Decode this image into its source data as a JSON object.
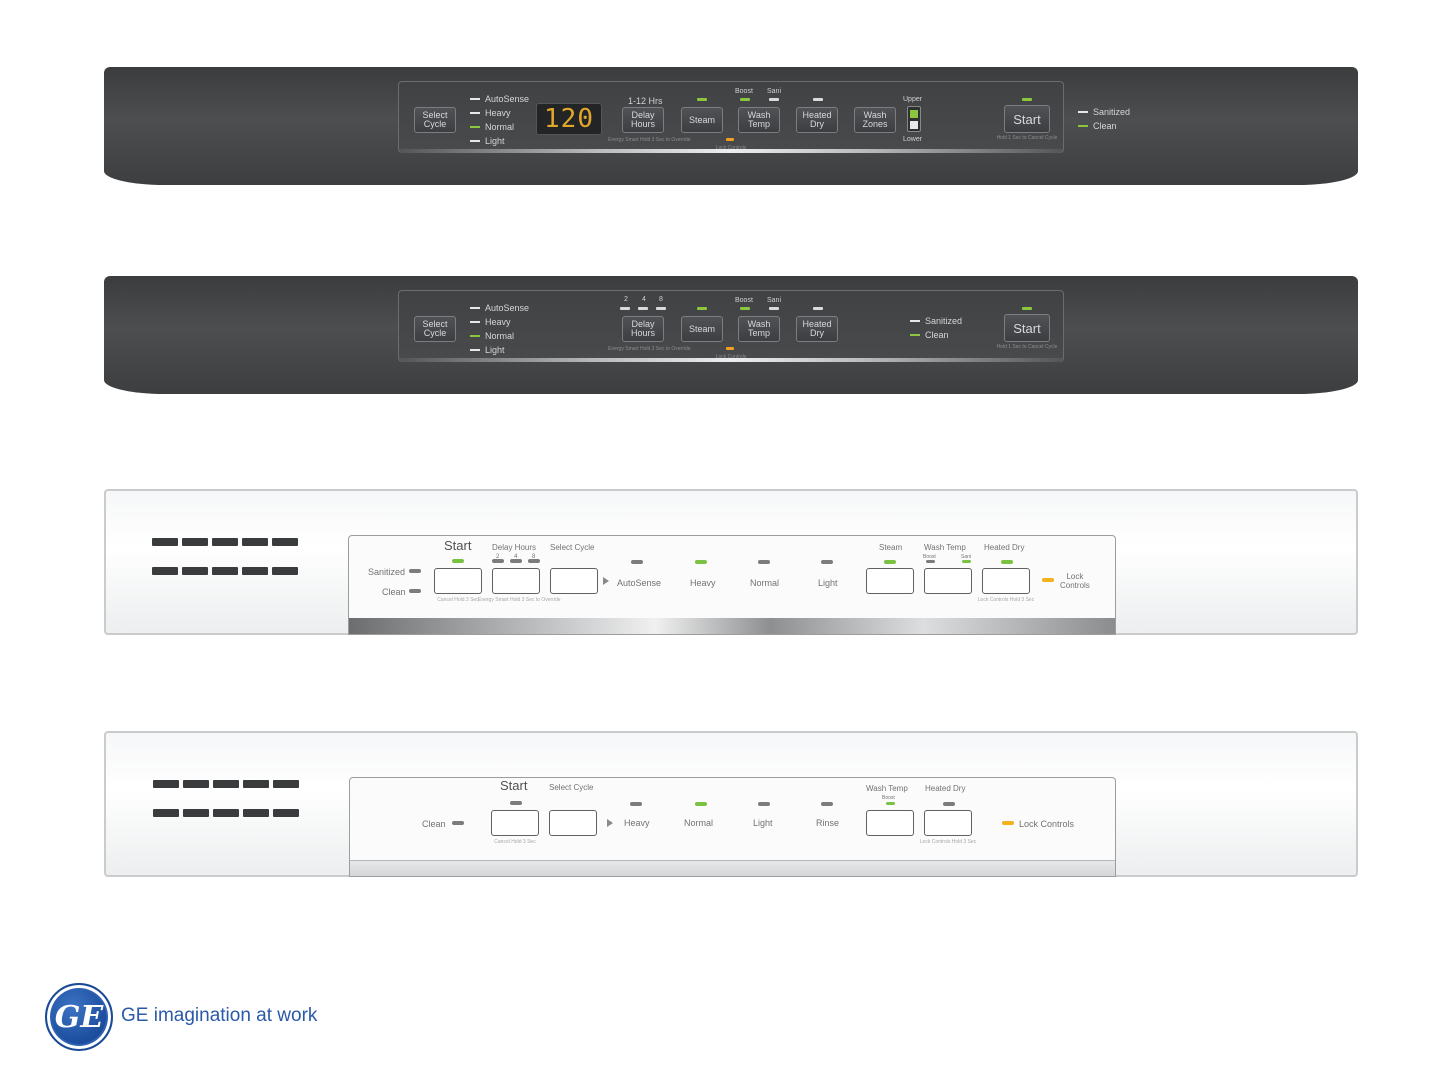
{
  "panel1": {
    "select_cycle": "Select\nCycle",
    "cycles": [
      "AutoSense",
      "Heavy",
      "Normal",
      "Light"
    ],
    "display": "120",
    "delay_range": "1-12 Hrs",
    "delay_hours": "Delay\nHours",
    "delay_sub": "Energy Smart\nHold 3 Sec to Override",
    "steam": "Steam",
    "boost": "Boost",
    "sani": "Sani",
    "wash_temp": "Wash\nTemp",
    "lock_sub": "Lock Controls",
    "heated_dry": "Heated\nDry",
    "wash_zones": "Wash\nZones",
    "upper": "Upper",
    "lower": "Lower",
    "start": "Start",
    "start_sub": "Hold 1 Sec\nto Cancel Cycle",
    "status": [
      "Sanitized",
      "Clean"
    ]
  },
  "panel2": {
    "select_cycle": "Select\nCycle",
    "cycles": [
      "AutoSense",
      "Heavy",
      "Normal",
      "Light"
    ],
    "delay_marks": [
      "2",
      "4",
      "8"
    ],
    "delay_hours": "Delay\nHours",
    "delay_sub": "Energy Smart\nHold 3 Sec to Override",
    "steam": "Steam",
    "boost": "Boost",
    "sani": "Sani",
    "wash_temp": "Wash\nTemp",
    "lock_sub": "Lock Controls",
    "heated_dry": "Heated\nDry",
    "status": [
      "Sanitized",
      "Clean"
    ],
    "start": "Start",
    "start_sub": "Hold 1 Sec\nto Cancel Cycle"
  },
  "panel3": {
    "sanitized": "Sanitized",
    "clean": "Clean",
    "start": "Start",
    "start_sub": "Cancel\nHold 3 Sec",
    "delay_hours": "Delay Hours",
    "delay_marks": [
      "2",
      "4",
      "8"
    ],
    "delay_sub": "Energy Smart\nHold 3 Sec to Override",
    "select_cycle": "Select Cycle",
    "cycles": [
      "AutoSense",
      "Heavy",
      "Normal",
      "Light"
    ],
    "steam": "Steam",
    "wash_temp": "Wash Temp",
    "boost": "Boost",
    "sani": "Sani",
    "heated_dry": "Heated Dry",
    "heated_dry_sub": "Lock Controls\nHold 3 Sec",
    "lock_controls": "Lock\nControls"
  },
  "panel4": {
    "clean": "Clean",
    "start": "Start",
    "start_sub": "Cancel\nHold 3 Sec",
    "select_cycle": "Select Cycle",
    "cycles": [
      "Heavy",
      "Normal",
      "Light",
      "Rinse"
    ],
    "wash_temp": "Wash Temp",
    "boost": "Boost",
    "heated_dry": "Heated Dry",
    "heated_dry_sub": "Lock Controls\nHold 3 Sec",
    "lock_controls": "Lock Controls"
  },
  "brand": {
    "logo_text": "GE",
    "tagline": "GE imagination at work"
  },
  "colors": {
    "led_green": "#8cc63f",
    "led_orange": "#f2a01e",
    "display_amber": "#e2a72a",
    "brand_blue": "#1d4f9f"
  }
}
